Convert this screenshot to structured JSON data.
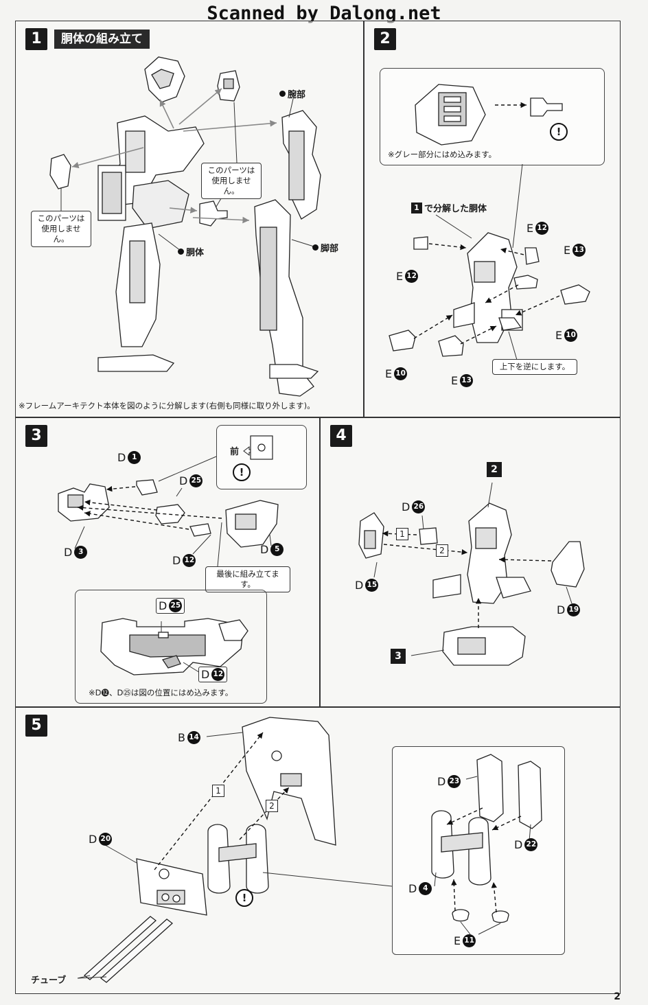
{
  "header": {
    "title": "Scanned by Dalong.net"
  },
  "steps": [
    {
      "number": "1",
      "title": "胴体の組み立て",
      "callouts": [
        "このパーツは\n使用しません。",
        "このパーツは\n使用しません。"
      ],
      "labels": {
        "arm": "腕部",
        "torso": "胴体",
        "leg": "脚部"
      },
      "note": "※フレームアーキテクト本体を図のように分解します(右側も同様に取り外します)。"
    },
    {
      "number": "2",
      "inset_note": "※グレー部分にはめ込みます。",
      "disassembled_label": "で分解した胴体",
      "disassembled_ref": "1",
      "flip_note": "上下を逆にします。",
      "parts": [
        {
          "letter": "E",
          "num": "12"
        },
        {
          "letter": "E",
          "num": "12"
        },
        {
          "letter": "E",
          "num": "13"
        },
        {
          "letter": "E",
          "num": "10"
        },
        {
          "letter": "E",
          "num": "10"
        },
        {
          "letter": "E",
          "num": "13"
        }
      ]
    },
    {
      "number": "3",
      "front_label": "前",
      "last_note": "最後に組み立てます。",
      "inset_note": "※D⓬、D㉕は図の位置にはめ込みます。",
      "parts": [
        {
          "letter": "D",
          "num": "1"
        },
        {
          "letter": "D",
          "num": "25"
        },
        {
          "letter": "D",
          "num": "3"
        },
        {
          "letter": "D",
          "num": "12"
        },
        {
          "letter": "D",
          "num": "5"
        },
        {
          "letter": "D",
          "num": "25"
        },
        {
          "letter": "D",
          "num": "12"
        }
      ]
    },
    {
      "number": "4",
      "ref_top": "2",
      "ref_bottom": "3",
      "order": [
        "1",
        "2"
      ],
      "parts": [
        {
          "letter": "D",
          "num": "26"
        },
        {
          "letter": "D",
          "num": "15"
        },
        {
          "letter": "D",
          "num": "19"
        }
      ]
    },
    {
      "number": "5",
      "order": [
        "1",
        "2"
      ],
      "tube_label": "チューブ",
      "parts": [
        {
          "letter": "B",
          "num": "14"
        },
        {
          "letter": "D",
          "num": "20"
        },
        {
          "letter": "D",
          "num": "23"
        },
        {
          "letter": "D",
          "num": "22"
        },
        {
          "letter": "D",
          "num": "4"
        },
        {
          "letter": "E",
          "num": "11"
        }
      ]
    }
  ],
  "warning_symbol": "!",
  "page_number": "2"
}
